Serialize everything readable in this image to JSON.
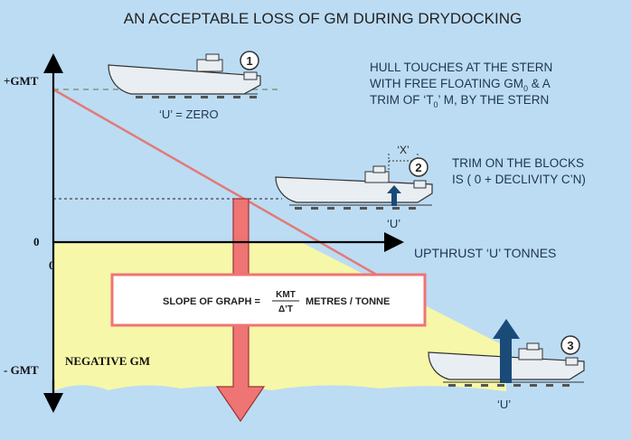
{
  "title": "AN ACCEPTABLE LOSS OF GM DURING DRYDOCKING",
  "axes": {
    "y_top_label": "+GMT",
    "y_zero_label": "0",
    "y_bottom_label": "- GMT",
    "x_zero_label": "0",
    "x_label": "UPTHRUST ‘U’ TONNES"
  },
  "region_label": "NEGATIVE GM",
  "formula": {
    "prefix": "SLOPE OF GRAPH  =",
    "numerator": "KMT",
    "denominator": "Δ’T",
    "suffix": "METRES / TONNE"
  },
  "stages": [
    {
      "number": "1",
      "u_label": "‘U’ = ZERO",
      "note_lines": [
        "HULL TOUCHES AT THE STERN",
        "WITH FREE FLOATING GM",
        "TRIM OF ‘T",
        "’ M, BY THE STERN"
      ],
      "note_subscript": "0",
      "note_line2_suffix": " & A"
    },
    {
      "number": "2",
      "u_label": "‘U’",
      "x_label": "‘X’",
      "note_lines": [
        "TRIM ON THE BLOCKS",
        "IS ( 0 + DECLIVITY C’N)"
      ]
    },
    {
      "number": "3",
      "u_label": "‘U’"
    }
  ],
  "colors": {
    "background": "#bcdcf4",
    "negative_region": "#f6f7a8",
    "graph_line": "#e07b77",
    "arrow_fill": "#ef7474",
    "upthrust_arrow": "#1a4a78",
    "hull": "#e9eef3"
  }
}
